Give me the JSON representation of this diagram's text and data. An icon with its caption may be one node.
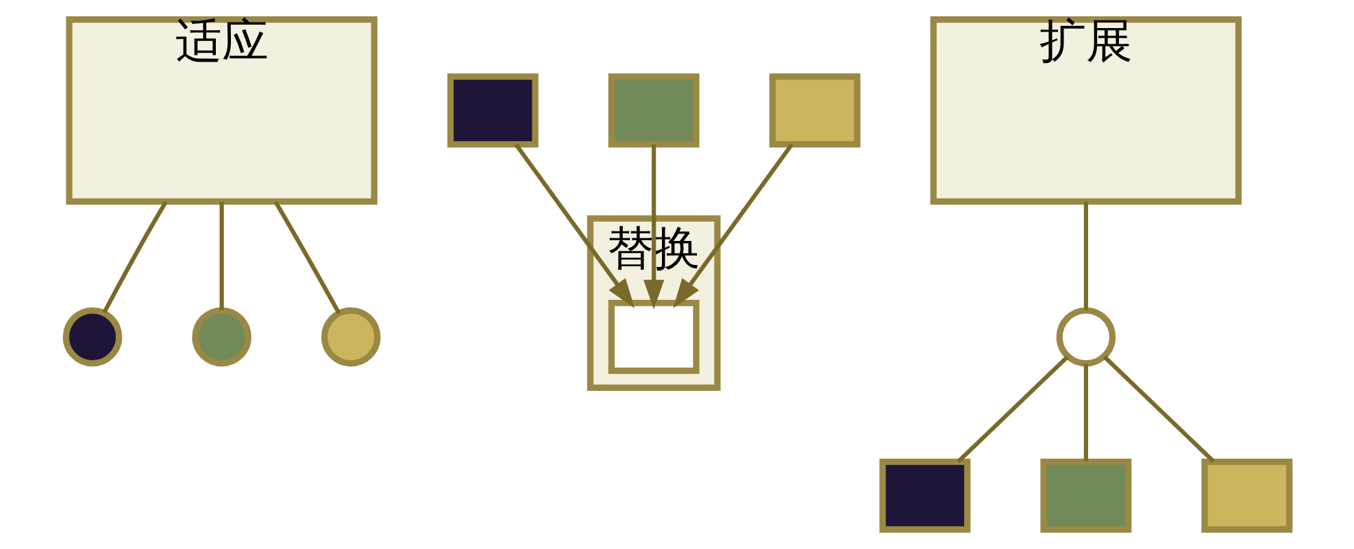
{
  "diagram": {
    "nodes": [
      {
        "text": [
          "适应"
        ]
      },
      {
        "text": [],
        "shape": "circle"
      },
      {
        "text": [],
        "shape": "circle"
      },
      {
        "text": [],
        "shape": "circle"
      },
      {
        "text": [
          "替换"
        ]
      },
      {
        "text": [],
        "shape": "box",
        "in": 4
      },
      {
        "text": [],
        "shape": "box"
      },
      {
        "text": [],
        "shape": "box"
      },
      {
        "text": [],
        "shape": "box"
      },
      {
        "text": [
          "扩展"
        ]
      },
      {
        "text": [],
        "shape": "circle"
      },
      {
        "text": [],
        "shape": "box"
      },
      {
        "text": [],
        "shape": "box"
      },
      {
        "text": [],
        "shape": "box"
      }
    ],
    "edges": [
      {
        "from": 0,
        "to": 1,
        "arrow": "none"
      },
      {
        "from": 0,
        "to": 2,
        "arrow": "none"
      },
      {
        "from": 0,
        "to": 3,
        "arrow": "none"
      },
      {
        "from": 6,
        "to": 5,
        "arrow": "to"
      },
      {
        "from": 7,
        "to": 5,
        "arrow": "to"
      },
      {
        "from": 8,
        "to": 5,
        "arrow": "to"
      },
      {
        "from": 9,
        "to": 10,
        "arrow": "none"
      },
      {
        "from": 10,
        "to": 11,
        "arrow": "none"
      },
      {
        "from": 10,
        "to": 12,
        "arrow": "none"
      },
      {
        "from": 10,
        "to": 13,
        "arrow": "none"
      }
    ]
  }
}
